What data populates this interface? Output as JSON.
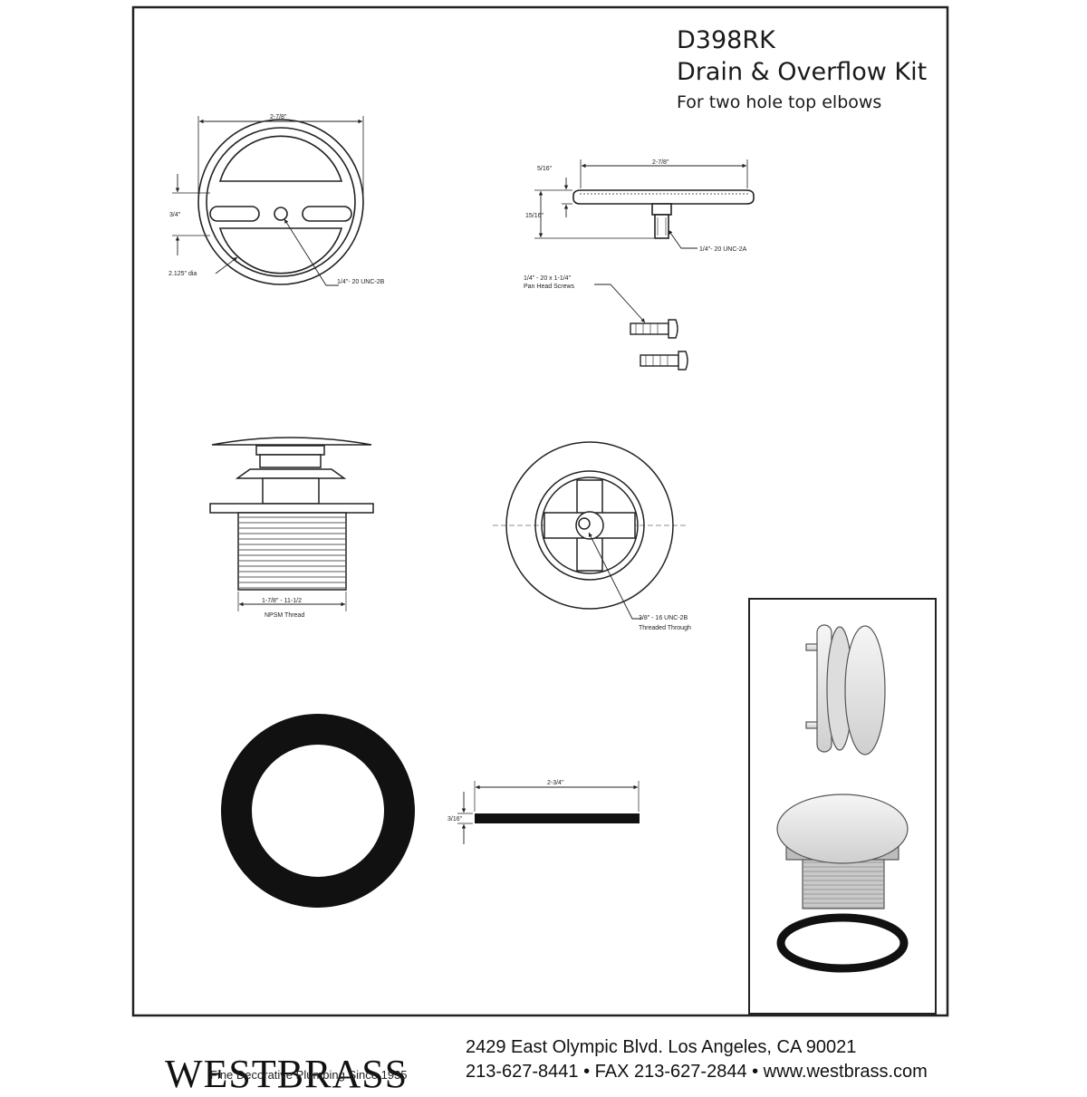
{
  "header": {
    "model": "D398RK",
    "product_name": "Drain & Overflow Kit",
    "subtitle": "For two hole top elbows"
  },
  "overflow_plate": {
    "width_label": "2-7/8\"",
    "slot_spacing_label": "3/4\"",
    "diameter_label": "2.125\" dia",
    "hole_thread_label": "1/4\"- 20 UNC-2B"
  },
  "overflow_cap": {
    "width_label": "2-7/8\"",
    "thickness_label": "5/16\"",
    "depth_label": "15/16\"",
    "stud_thread_label": "1/4\"- 20 UNC-2A"
  },
  "screws": {
    "label_line1": "1/4\" - 20 x 1-1/4\"",
    "label_line2": "Pan Head Screws"
  },
  "drain_body": {
    "thread_line1": "1-7/8\" - 11-1/2",
    "thread_line2": "NPSM Thread"
  },
  "drain_top": {
    "thread_line1": "3/8\" - 16 UNC-2B",
    "thread_line2": "Threaded Through"
  },
  "gasket": {
    "width_label": "2-3/4\"",
    "thickness_label": "3/16\""
  },
  "footer": {
    "brand": "WESTBRASS",
    "tagline": "Fine Decorative Plumbing Since 1935",
    "address": "2429 East Olympic Blvd. Los Angeles, CA  90021",
    "phones": "213-627-8441 • FAX 213-627-2844 • www.westbrass.com"
  },
  "colors": {
    "line": "#222222",
    "part_fill": "#ffffff",
    "gasket": "#111111",
    "photo_metal": "#e8e8e8"
  }
}
